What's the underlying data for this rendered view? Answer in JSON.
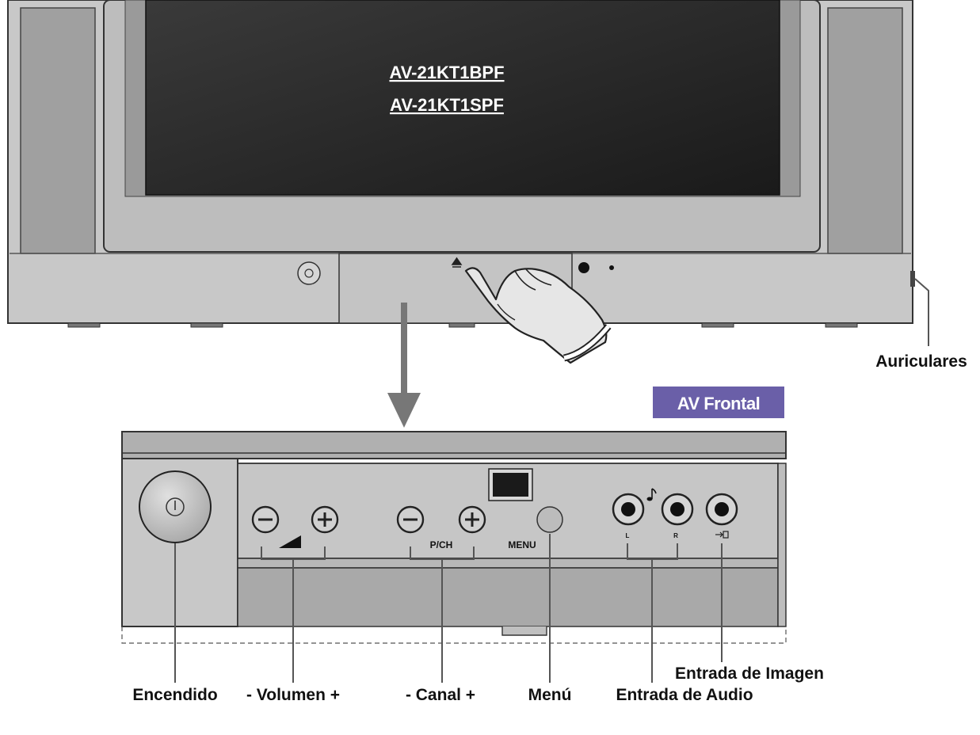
{
  "models": {
    "model_1": "AV-21KT1BPF",
    "model_2": "AV-21KT1SPF"
  },
  "badge": {
    "text": "AV Frontal",
    "color": "#6a5fa8"
  },
  "labels": {
    "headphones": "Auriculares",
    "power": "Encendido",
    "volume": "- Volumen +",
    "channel": "- Canal +",
    "menu": "Menú",
    "audio_input": "Entrada de Audio",
    "video_input": "Entrada de Imagen"
  },
  "panel_text": {
    "pch": "P/CH",
    "menu": "MENU",
    "left": "L",
    "right": "R"
  },
  "icons": {
    "power": "power-icon",
    "minus": "minus-icon",
    "plus": "plus-icon",
    "volume": "volume-ramp-icon",
    "note": "music-note-icon",
    "hand": "pointing-hand-icon",
    "video": "video-input-icon"
  }
}
